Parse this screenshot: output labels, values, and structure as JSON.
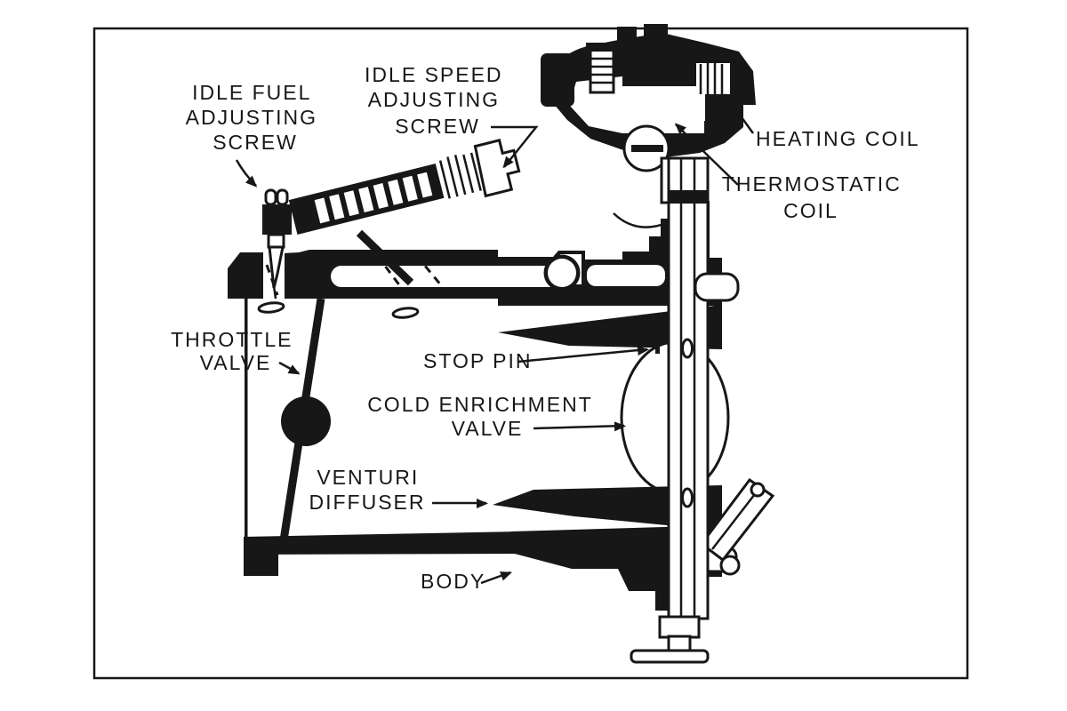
{
  "figure": {
    "title": "Carburetor cross-section diagram",
    "background_color": "#ffffff",
    "ink_color": "#171717",
    "labels": {
      "idle_fuel": {
        "lines": [
          "IDLE FUEL",
          "ADJUSTING",
          "SCREW"
        ]
      },
      "idle_speed": {
        "lines": [
          "IDLE SPEED",
          "ADJUSTING",
          "SCREW"
        ]
      },
      "heating_coil": {
        "lines": [
          "HEATING COIL"
        ]
      },
      "thermostatic_coil": {
        "lines": [
          "THERMOSTATIC",
          "COIL"
        ]
      },
      "throttle_valve": {
        "lines": [
          "THROTTLE",
          "VALVE"
        ]
      },
      "stop_pin": {
        "lines": [
          "STOP PIN"
        ]
      },
      "cold_enrichment_valve": {
        "lines": [
          "COLD ENRICHMENT",
          "VALVE"
        ]
      },
      "venturi_diffuser": {
        "lines": [
          "VENTURI",
          "DIFFUSER"
        ]
      },
      "body": {
        "lines": [
          "BODY"
        ]
      }
    }
  }
}
